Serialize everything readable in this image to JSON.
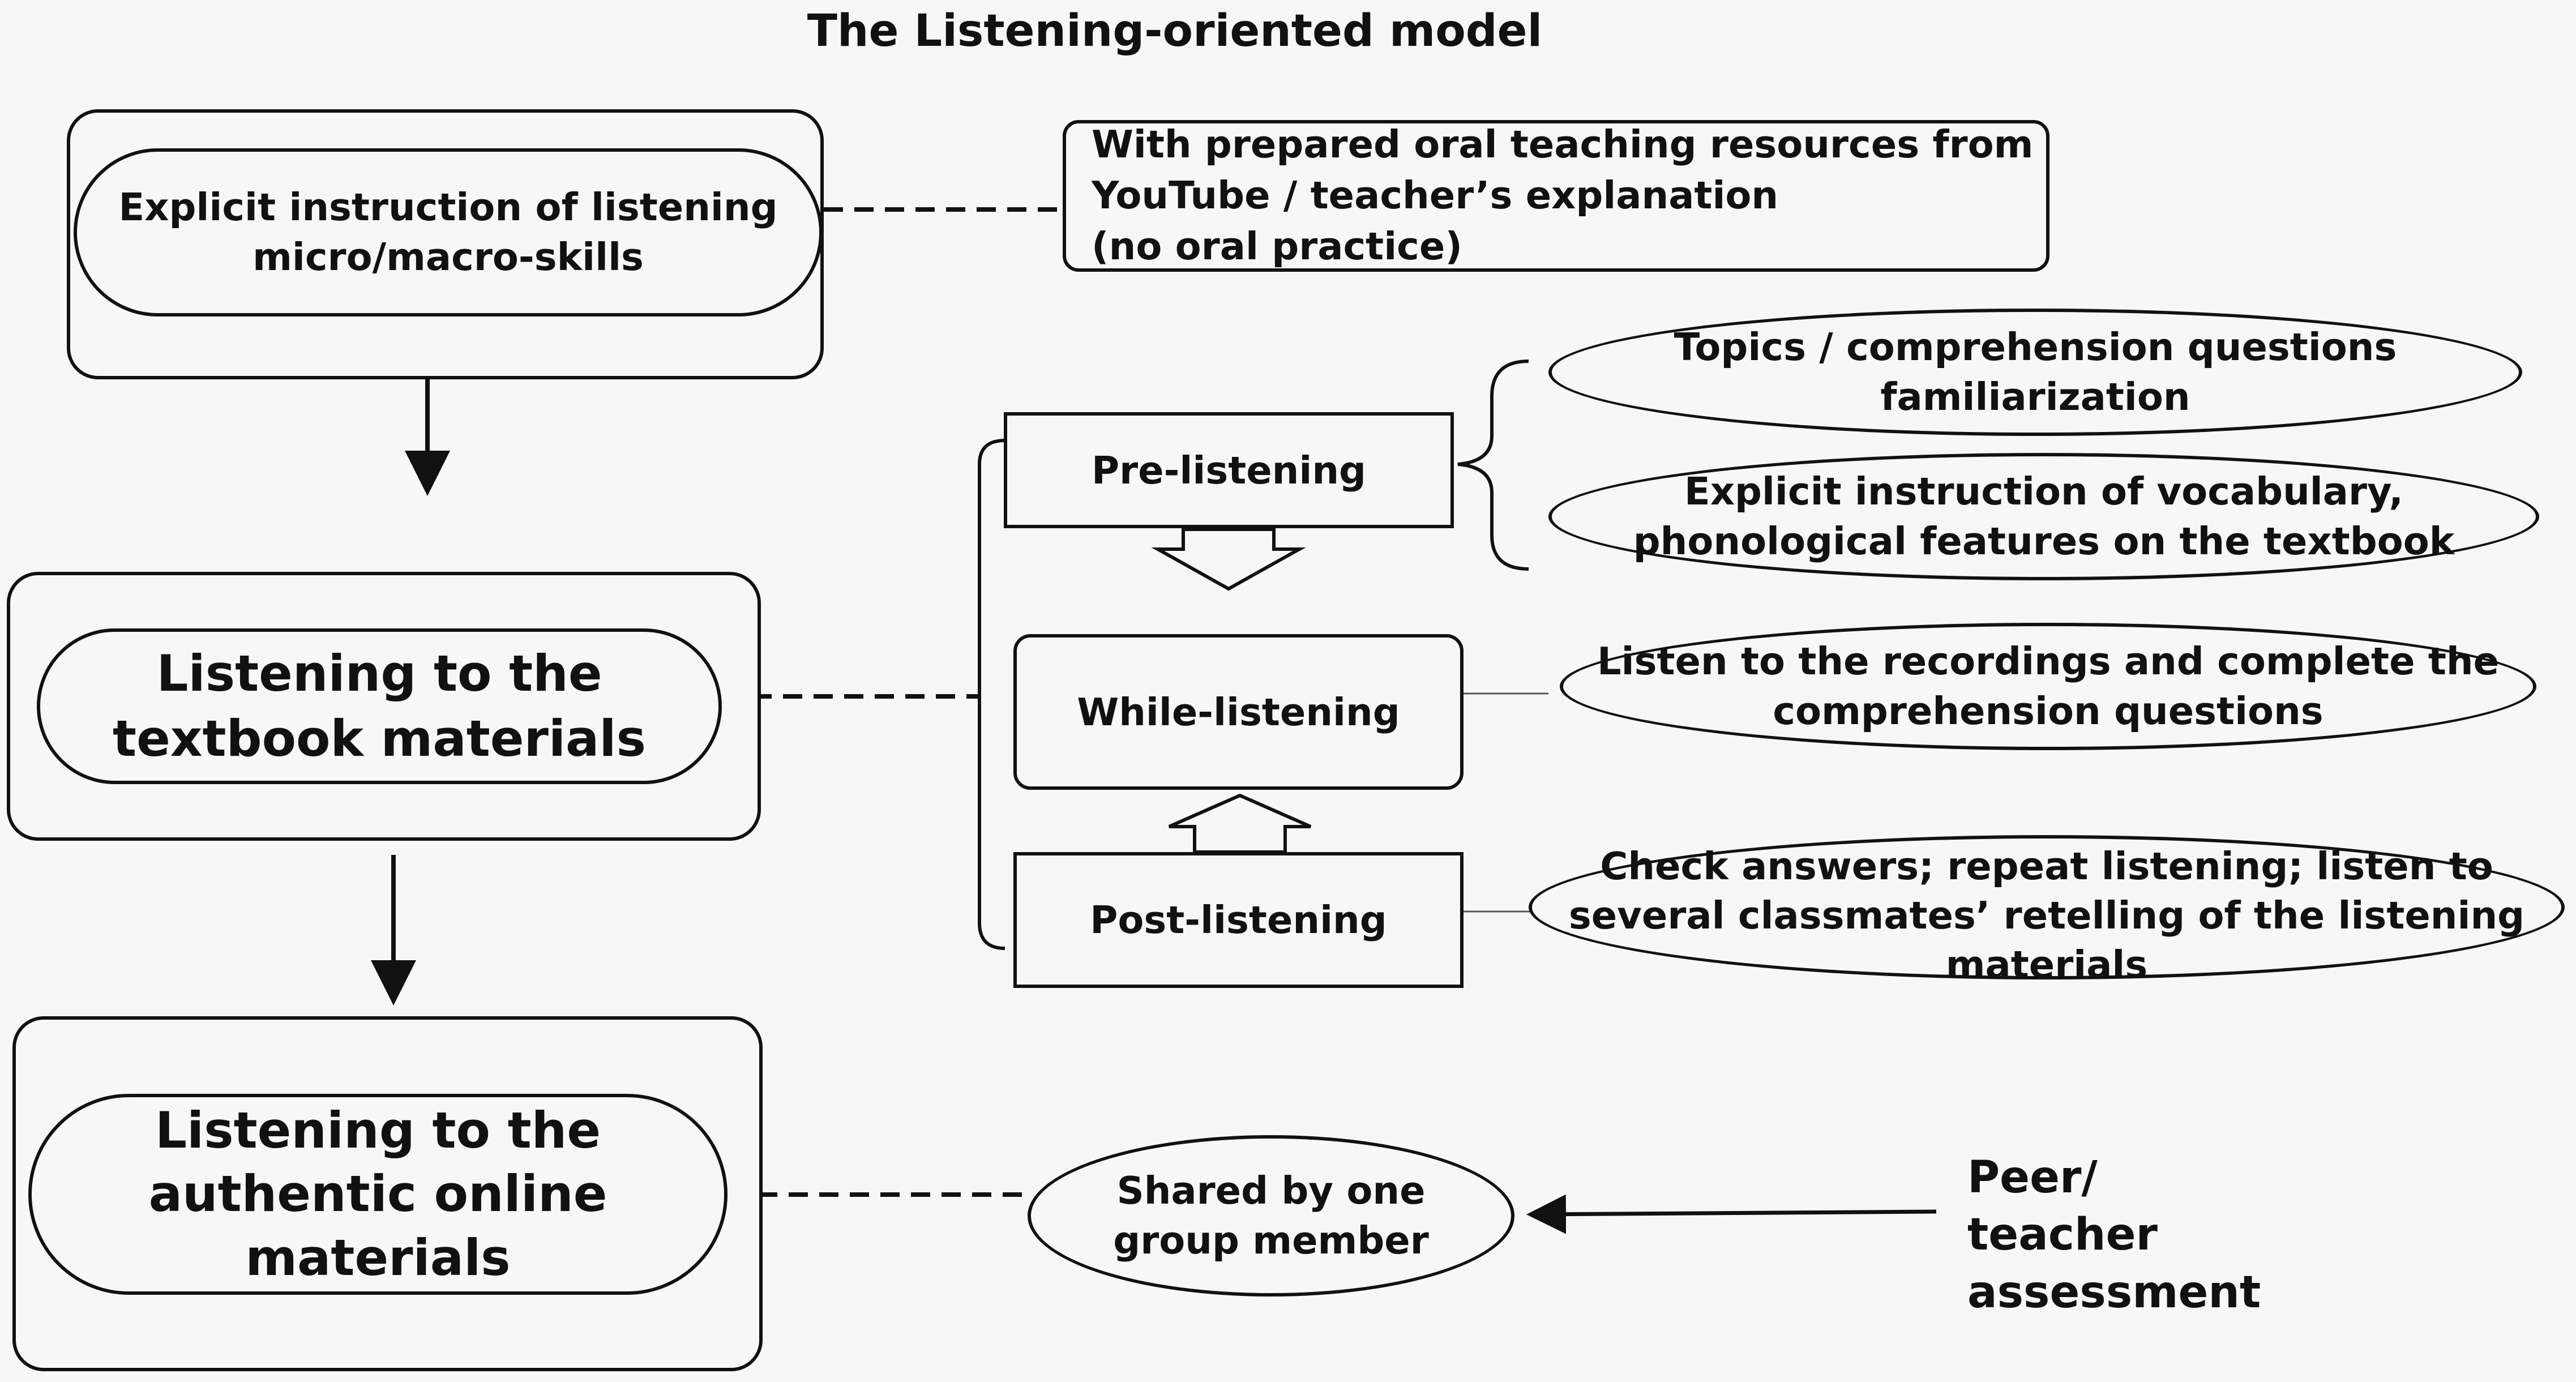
{
  "title": "The Listening-oriented model",
  "explicit_instruction": "Explicit instruction of listening\nmicro/macro-skills",
  "oral_resources": "With prepared oral teaching resources from\nYouTube / teacher’s explanation\n(no oral practice)",
  "textbook": "Listening to the\ntextbook materials",
  "authentic": "Listening to the\nauthentic online\nmaterials",
  "stages": {
    "pre": "Pre-listening",
    "while": "While-listening",
    "post": "Post-listening"
  },
  "pre_items": {
    "topics": "Topics / comprehension questions\nfamiliarization",
    "vocab": "Explicit instruction of vocabulary,\nphonological features on the textbook"
  },
  "while_item": "Listen to the recordings and complete the\ncomprehension questions",
  "post_item": "Check answers; repeat listening; listen to\nseveral classmates’ retelling of the  listening\nmaterials",
  "shared": "Shared by one\ngroup member",
  "assessment": "Peer/ teacher\nassessment"
}
